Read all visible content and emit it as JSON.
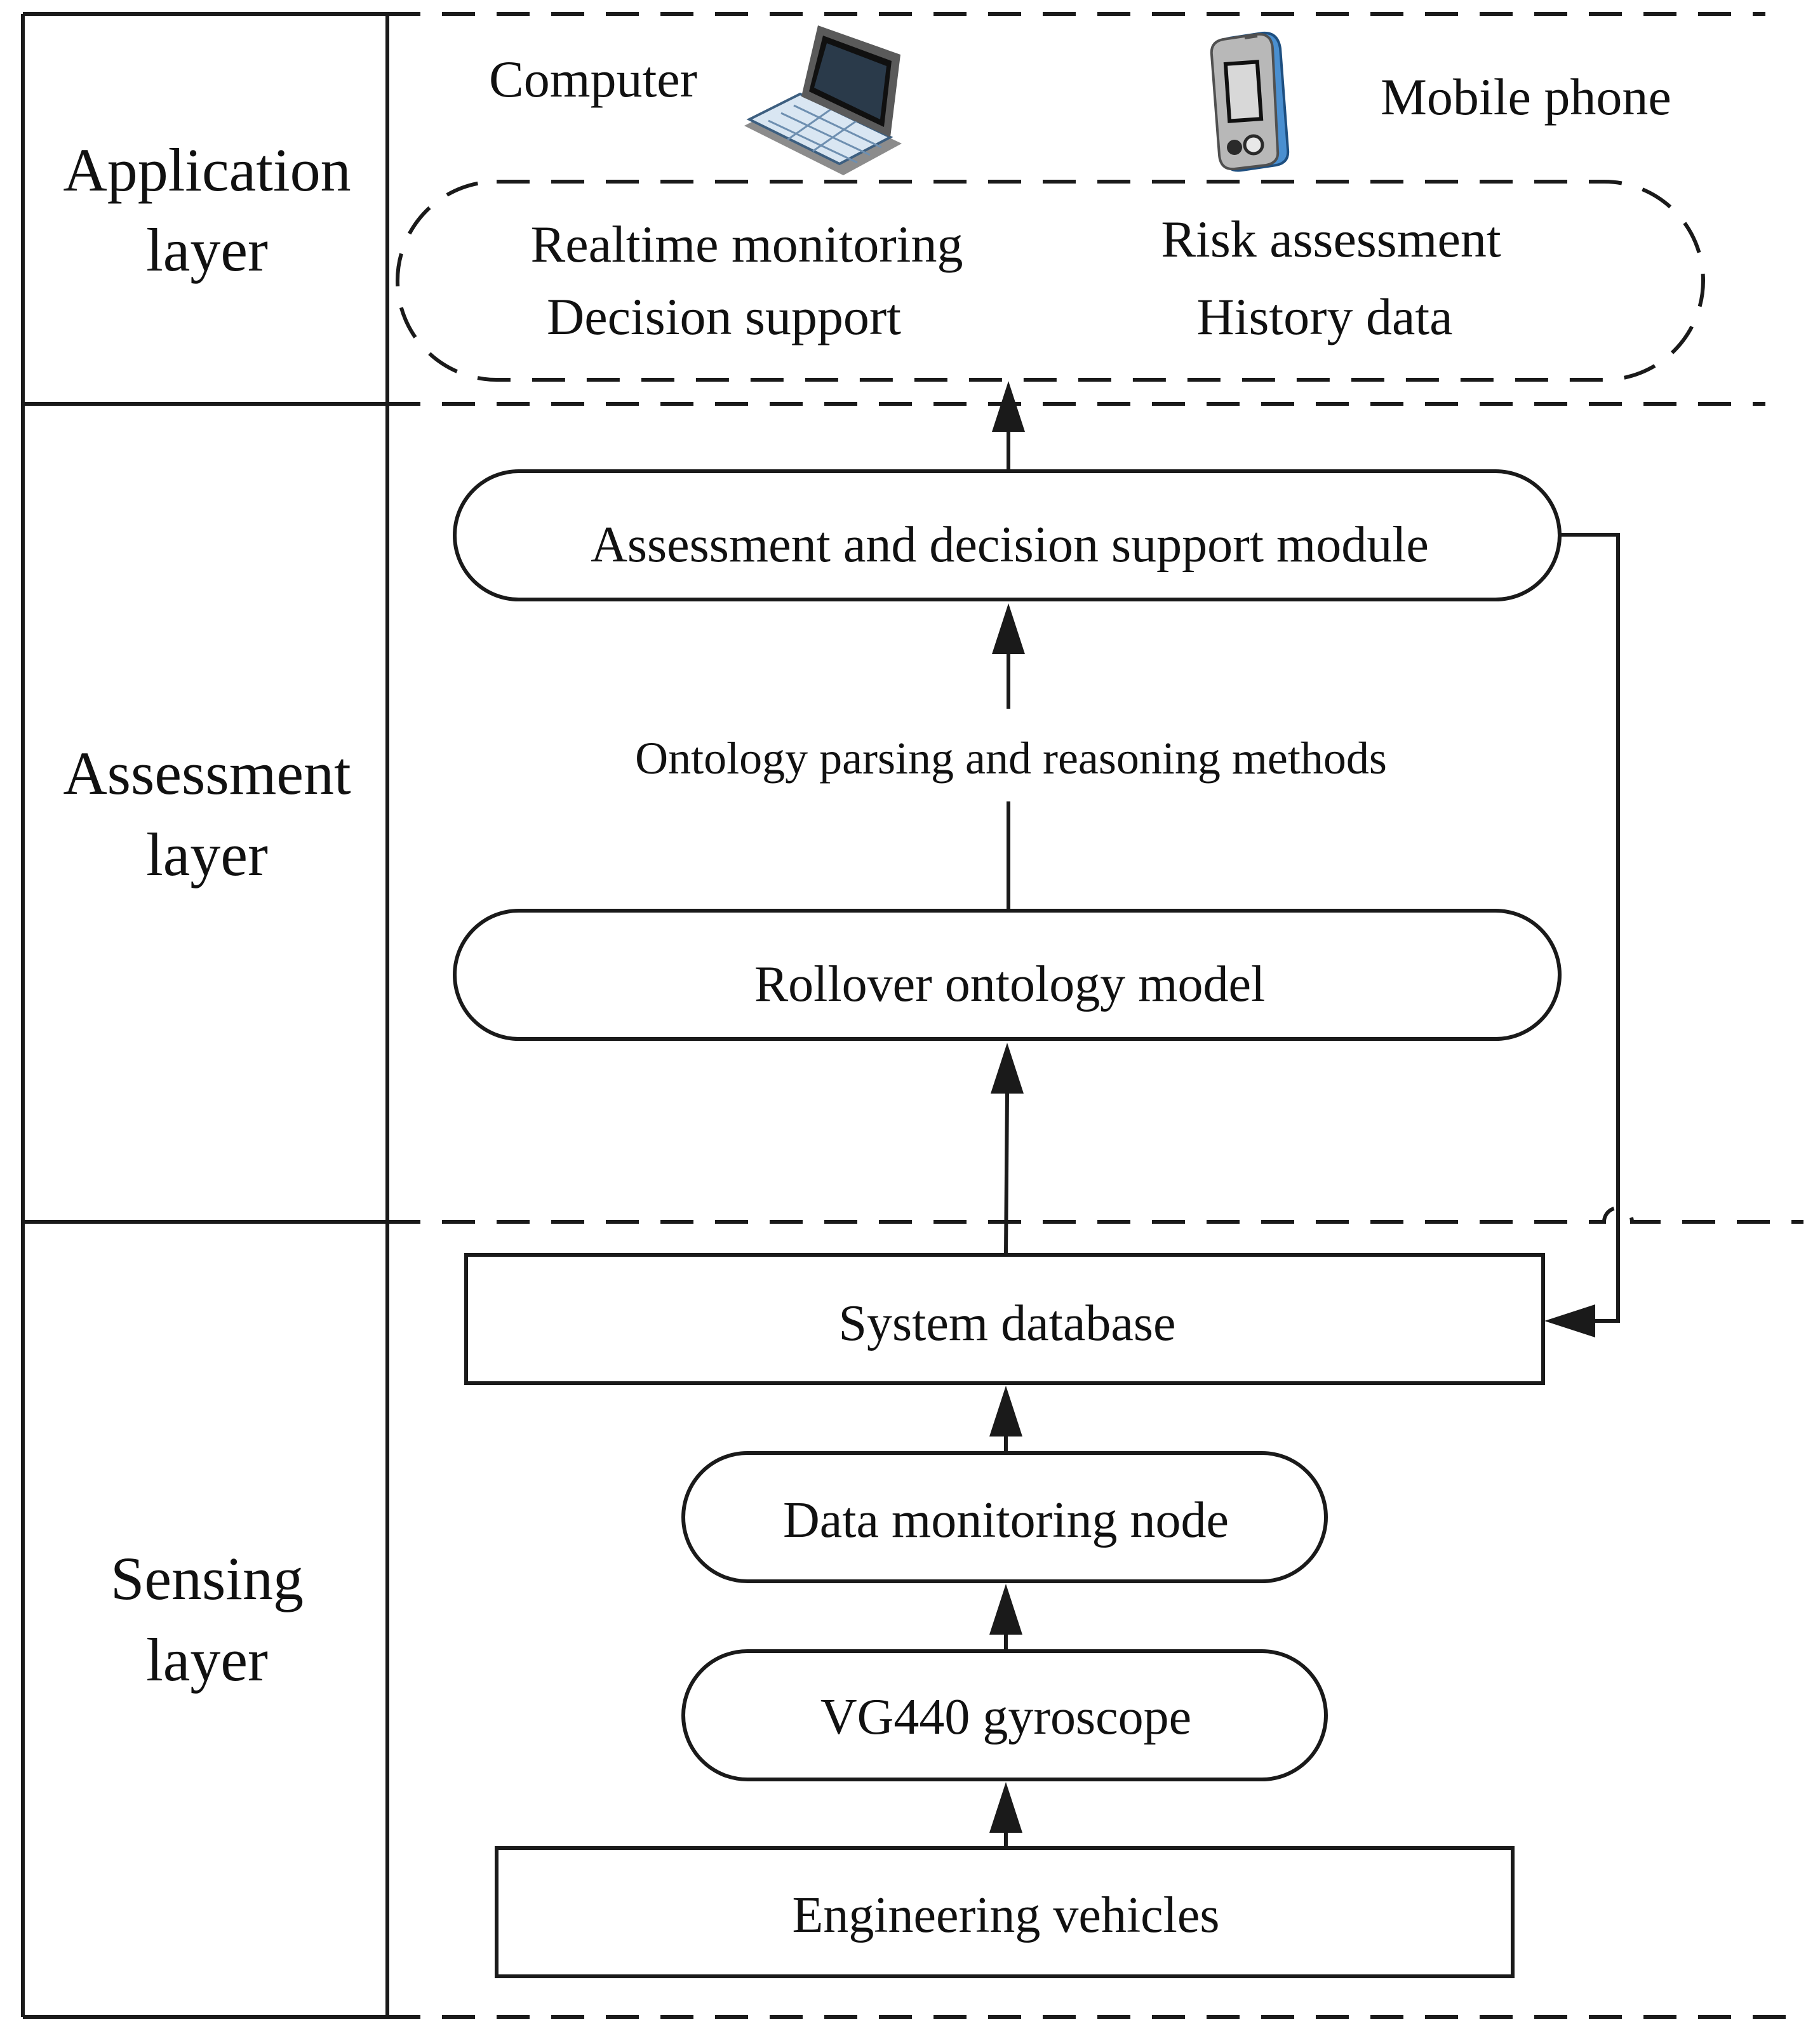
{
  "layers": {
    "application": {
      "line1": "Application",
      "line2": "layer"
    },
    "assessment": {
      "line1": "Assessment",
      "line2": "layer"
    },
    "sensing": {
      "line1": "Sensing",
      "line2": "layer"
    }
  },
  "devices": {
    "computer": {
      "label": "Computer",
      "icon": "laptop-icon"
    },
    "mobile": {
      "label": "Mobile phone",
      "icon": "mobile-phone-icon"
    }
  },
  "applications": {
    "realtime": "Realtime monitoring",
    "risk": "Risk assessment",
    "decision": "Decision support",
    "history": "History data"
  },
  "modules": {
    "assessment_module": "Assessment and decision support module",
    "reasoning": "Ontology parsing and reasoning methods",
    "ontology_model": "Rollover ontology model",
    "database": "System database",
    "monitoring_node": "Data monitoring node",
    "gyroscope": "VG440 gyroscope",
    "vehicles": "Engineering vehicles"
  }
}
